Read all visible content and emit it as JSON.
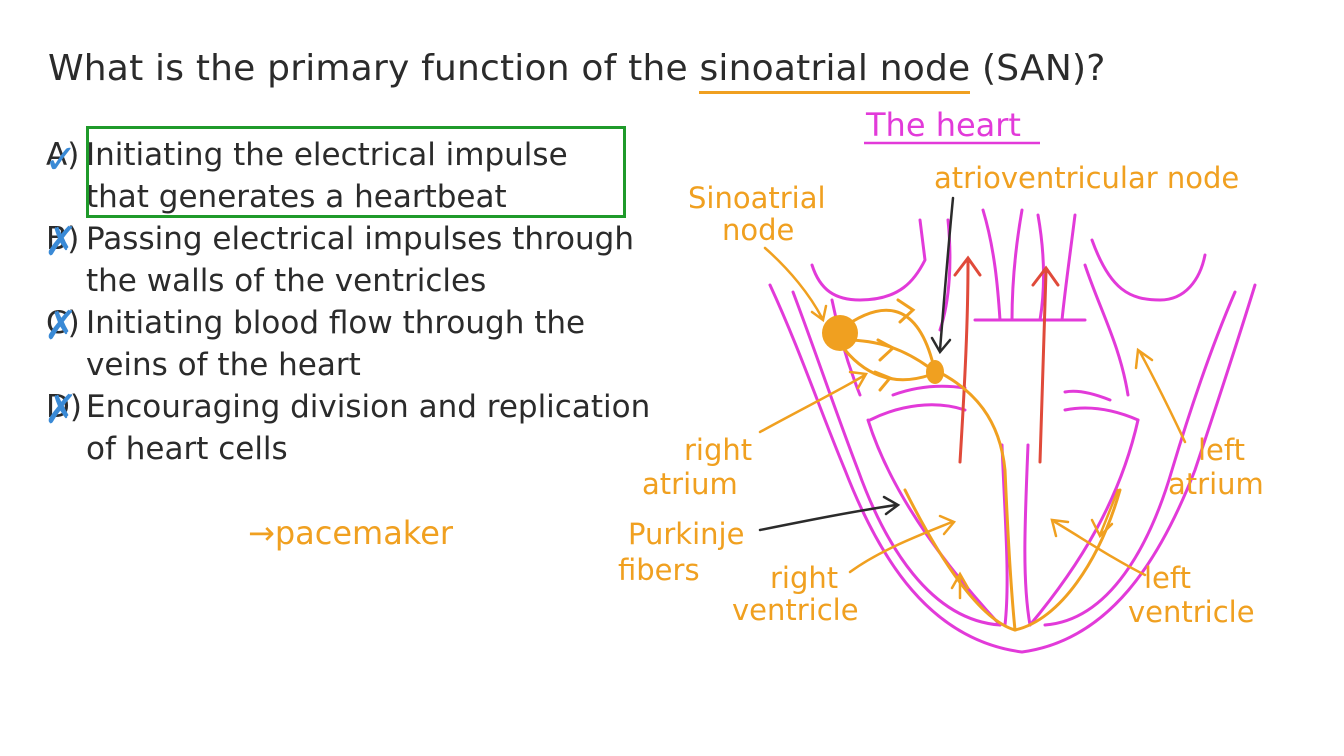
{
  "question": {
    "prefix": "What is the primary function of the ",
    "term": "sinoatrial node",
    "suffix": " (SAN)?"
  },
  "options": [
    {
      "letter": "A)",
      "line1": "Initiating the electrical impulse",
      "line2": "that generates a heartbeat",
      "mark": "✓"
    },
    {
      "letter": "B)",
      "line1": "Passing electrical impulses through",
      "line2": "the walls of the ventricles",
      "mark": "✗"
    },
    {
      "letter": "C)",
      "line1": "Initiating blood flow through the",
      "line2": "veins of the heart",
      "mark": "✗"
    },
    {
      "letter": "D)",
      "line1": "Encouraging division and replication",
      "line2": "of heart cells",
      "mark": "✗"
    }
  ],
  "note": "→pacemaker",
  "diagram": {
    "title": "The heart",
    "labels": {
      "sa_node_1": "Sinoatrial",
      "sa_node_2": "node",
      "av_node": "atrioventricular node",
      "right_atrium_1": "right",
      "right_atrium_2": "atrium",
      "left_atrium_1": "left",
      "left_atrium_2": "atrium",
      "purkinje_1": "Purkinje",
      "purkinje_2": "fibers",
      "right_ventricle_1": "right",
      "right_ventricle_2": "ventricle",
      "left_ventricle_1": "left",
      "left_ventricle_2": "ventricle"
    }
  },
  "colors": {
    "ink": "#2b2b2b",
    "orange": "#f0a020",
    "magenta": "#e23ad9",
    "green": "#1f9a2a",
    "blue": "#3a8ad6",
    "red": "#e04a3a"
  }
}
